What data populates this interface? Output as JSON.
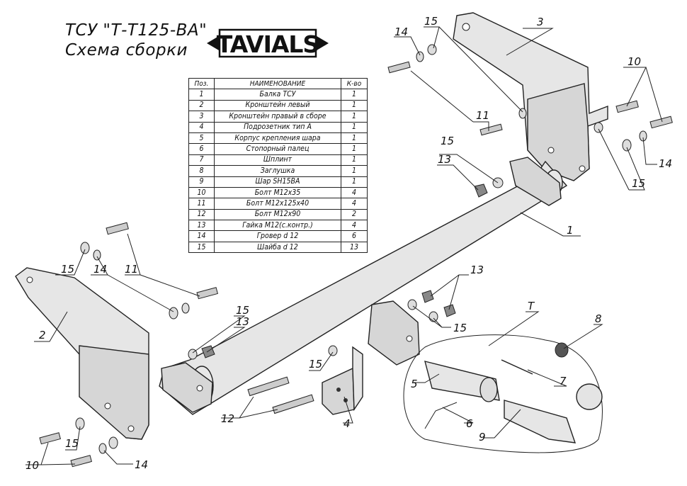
{
  "header": {
    "title": "ТСУ \"Т-Т125-ВА\"",
    "subtitle": "Схема сборки",
    "logo_text": "TAVIALS"
  },
  "parts_table": {
    "columns": [
      "Поз.",
      "НАИМЕНОВАНИЕ",
      "К-во"
    ],
    "rows": [
      {
        "pos": "1",
        "name": "Балка ТСУ",
        "qty": "1"
      },
      {
        "pos": "2",
        "name": "Кронштейн левый",
        "qty": "1"
      },
      {
        "pos": "3",
        "name": "Кронштейн правый в сборе",
        "qty": "1"
      },
      {
        "pos": "4",
        "name": "Подрозетник тип А",
        "qty": "1"
      },
      {
        "pos": "5",
        "name": "Корпус крепления шара",
        "qty": "1"
      },
      {
        "pos": "6",
        "name": "Стопорный палец",
        "qty": "1"
      },
      {
        "pos": "7",
        "name": "Шплинт",
        "qty": "1"
      },
      {
        "pos": "8",
        "name": "Заглушка",
        "qty": "1"
      },
      {
        "pos": "9",
        "name": "Шар SH15BA",
        "qty": "1"
      },
      {
        "pos": "10",
        "name": "Болт М12х35",
        "qty": "4"
      },
      {
        "pos": "11",
        "name": "Болт М12х125х40",
        "qty": "4"
      },
      {
        "pos": "12",
        "name": "Болт М12х90",
        "qty": "2"
      },
      {
        "pos": "13",
        "name": "Гайка М12(с.контр.)",
        "qty": "4"
      },
      {
        "pos": "14",
        "name": "Гровер d 12",
        "qty": "6"
      },
      {
        "pos": "15",
        "name": "Шайба d 12",
        "qty": "13"
      }
    ]
  },
  "callouts": {
    "top_14": "14",
    "top_15": "15",
    "top_3": "3",
    "top_11": "11",
    "mid_15": "15",
    "mid_13": "13",
    "right_10": "10",
    "right_14": "14",
    "right_15": "15",
    "beam_1": "1",
    "left_15": "15",
    "left_14": "14",
    "left_11": "11",
    "left_2": "2",
    "cen_15": "15",
    "cen_13": "13",
    "rc_13": "13",
    "rc_15": "15",
    "kit_T": "T",
    "kit_8": "8",
    "kit_7": "7",
    "kit_5": "5",
    "kit_6": "6",
    "kit_9": "9",
    "b_15": "15",
    "b_12": "12",
    "b_4": "4",
    "bl_15": "15",
    "bl_10": "10",
    "bl_14": "14"
  }
}
